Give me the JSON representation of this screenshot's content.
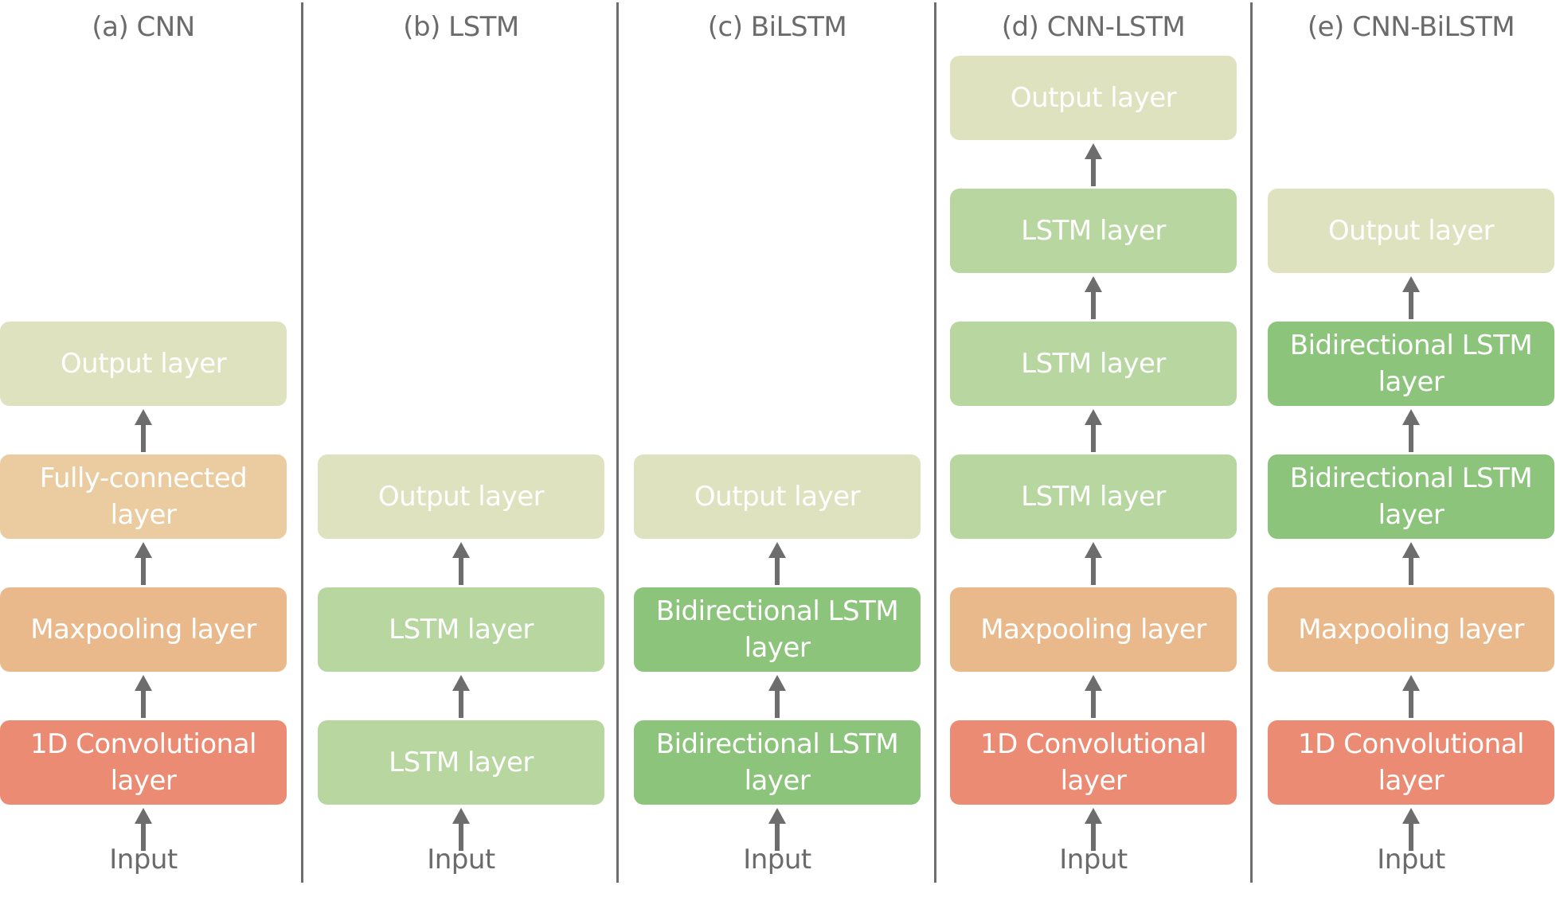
{
  "colors": {
    "conv": "#ec8b74",
    "maxpool": "#e9b98c",
    "fc": "#ebcba0",
    "output": "#dfe2bf",
    "lstm": "#b8d6a0",
    "bilstm": "#8dc47c",
    "arrow": "#6d6d6d",
    "text_dark": "#6b6b6b",
    "text_light": "#ffffff"
  },
  "panels": [
    {
      "title": "(a) CNN",
      "input": "Input",
      "layers": [
        {
          "label": "1D Convolutional layer",
          "kind": "conv"
        },
        {
          "label": "Maxpooling layer",
          "kind": "maxpool"
        },
        {
          "label": "Fully-connected layer",
          "kind": "fc"
        },
        {
          "label": "Output layer",
          "kind": "output"
        }
      ]
    },
    {
      "title": "(b) LSTM",
      "input": "Input",
      "layers": [
        {
          "label": "LSTM layer",
          "kind": "lstm"
        },
        {
          "label": "LSTM layer",
          "kind": "lstm"
        },
        {
          "label": "Output layer",
          "kind": "output"
        }
      ]
    },
    {
      "title": "(c) BiLSTM",
      "input": "Input",
      "layers": [
        {
          "label": "Bidirectional LSTM layer",
          "kind": "bilstm"
        },
        {
          "label": "Bidirectional LSTM layer",
          "kind": "bilstm"
        },
        {
          "label": "Output layer",
          "kind": "output"
        }
      ]
    },
    {
      "title": "(d) CNN-LSTM",
      "input": "Input",
      "layers": [
        {
          "label": "1D Convolutional layer",
          "kind": "conv"
        },
        {
          "label": "Maxpooling layer",
          "kind": "maxpool"
        },
        {
          "label": "LSTM layer",
          "kind": "lstm"
        },
        {
          "label": "LSTM layer",
          "kind": "lstm"
        },
        {
          "label": "LSTM layer",
          "kind": "lstm"
        },
        {
          "label": "Output layer",
          "kind": "output"
        }
      ]
    },
    {
      "title": "(e) CNN-BiLSTM",
      "input": "Input",
      "layers": [
        {
          "label": "1D Convolutional layer",
          "kind": "conv"
        },
        {
          "label": "Maxpooling layer",
          "kind": "maxpool"
        },
        {
          "label": "Bidirectional LSTM layer",
          "kind": "bilstm"
        },
        {
          "label": "Bidirectional LSTM layer",
          "kind": "bilstm"
        },
        {
          "label": "Output layer",
          "kind": "output"
        }
      ]
    }
  ]
}
